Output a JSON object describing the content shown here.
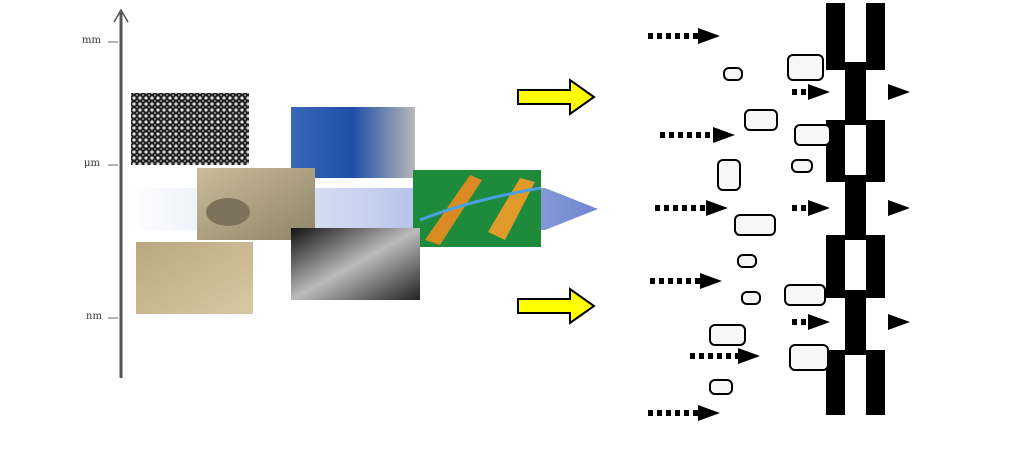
{
  "scale_axis": {
    "ticks": [
      "mm",
      "μm",
      "nm"
    ]
  },
  "colors": {
    "arrow_yellow": "#ffff00",
    "band_blue": "#8da0d8",
    "bar_black": "#000000"
  }
}
